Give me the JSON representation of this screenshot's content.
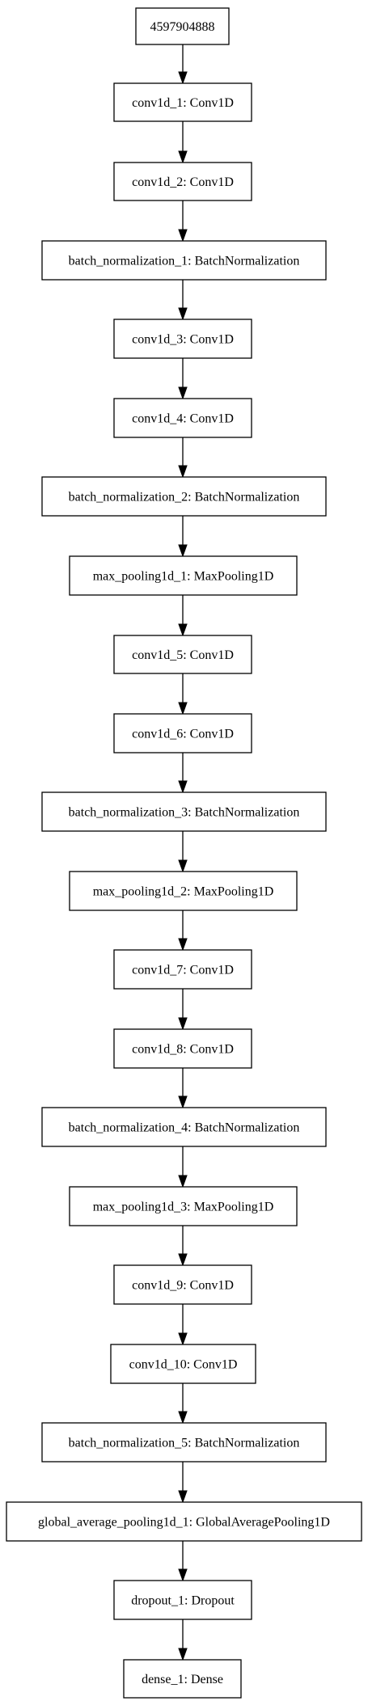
{
  "diagram": {
    "nodes": [
      {
        "label": "4597904888"
      },
      {
        "label": "conv1d_1: Conv1D"
      },
      {
        "label": "conv1d_2: Conv1D"
      },
      {
        "label": "batch_normalization_1: BatchNormalization"
      },
      {
        "label": "conv1d_3: Conv1D"
      },
      {
        "label": "conv1d_4: Conv1D"
      },
      {
        "label": "batch_normalization_2: BatchNormalization"
      },
      {
        "label": "max_pooling1d_1: MaxPooling1D"
      },
      {
        "label": "conv1d_5: Conv1D"
      },
      {
        "label": "conv1d_6: Conv1D"
      },
      {
        "label": "batch_normalization_3: BatchNormalization"
      },
      {
        "label": "max_pooling1d_2: MaxPooling1D"
      },
      {
        "label": "conv1d_7: Conv1D"
      },
      {
        "label": "conv1d_8: Conv1D"
      },
      {
        "label": "batch_normalization_4: BatchNormalization"
      },
      {
        "label": "max_pooling1d_3: MaxPooling1D"
      },
      {
        "label": "conv1d_9: Conv1D"
      },
      {
        "label": "conv1d_10: Conv1D"
      },
      {
        "label": "batch_normalization_5: BatchNormalization"
      },
      {
        "label": "global_average_pooling1d_1: GlobalAveragePooling1D"
      },
      {
        "label": "dropout_1: Dropout"
      },
      {
        "label": "dense_1: Dense"
      }
    ]
  }
}
